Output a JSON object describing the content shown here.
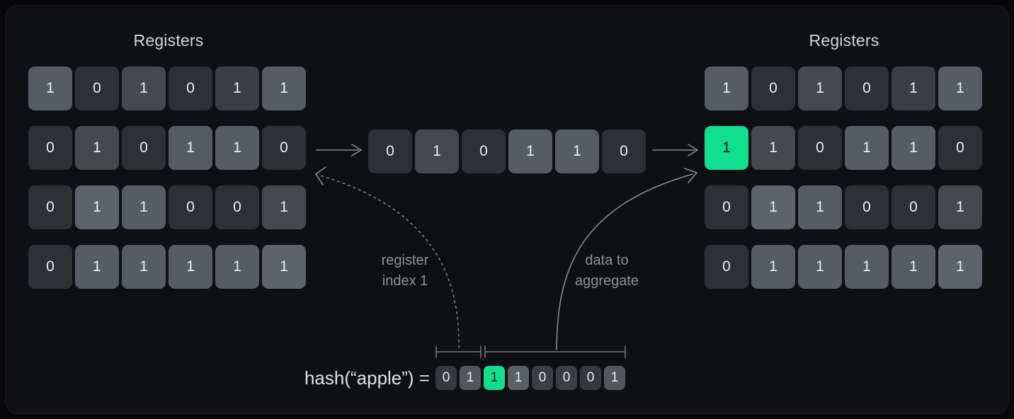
{
  "palette": {
    "outer_bg": "#070709",
    "panel_bg": "#0f1013",
    "accent_green": "#11df90",
    "digit_light": "#edeff1",
    "digit_on_green": "#13161a",
    "shades": {
      "dark": "#2d3036",
      "middark": "#3b3f45",
      "mid": "#45494f",
      "light": "#575b63",
      "lighter": "#5e626a",
      "green": "#11df90",
      "hdark": "#3a3d42",
      "hdark2": "#35383d",
      "hmid": "#53565d",
      "hlight": "#5b5f66"
    }
  },
  "left_registers": {
    "title": "Registers",
    "rows": [
      [
        {
          "v": "1",
          "s": "light"
        },
        {
          "v": "0",
          "s": "dark"
        },
        {
          "v": "1",
          "s": "mid"
        },
        {
          "v": "0",
          "s": "dark"
        },
        {
          "v": "1",
          "s": "middark"
        },
        {
          "v": "1",
          "s": "light"
        }
      ],
      [
        {
          "v": "0",
          "s": "dark"
        },
        {
          "v": "1",
          "s": "mid"
        },
        {
          "v": "0",
          "s": "dark"
        },
        {
          "v": "1",
          "s": "light"
        },
        {
          "v": "1",
          "s": "light"
        },
        {
          "v": "0",
          "s": "dark"
        }
      ],
      [
        {
          "v": "0",
          "s": "dark"
        },
        {
          "v": "1",
          "s": "lighter"
        },
        {
          "v": "1",
          "s": "light"
        },
        {
          "v": "0",
          "s": "dark"
        },
        {
          "v": "0",
          "s": "dark"
        },
        {
          "v": "1",
          "s": "mid"
        }
      ],
      [
        {
          "v": "0",
          "s": "dark"
        },
        {
          "v": "1",
          "s": "light"
        },
        {
          "v": "1",
          "s": "light"
        },
        {
          "v": "1",
          "s": "light"
        },
        {
          "v": "1",
          "s": "light"
        },
        {
          "v": "1",
          "s": "lighter"
        }
      ]
    ]
  },
  "right_registers": {
    "title": "Registers",
    "rows": [
      [
        {
          "v": "1",
          "s": "light"
        },
        {
          "v": "0",
          "s": "dark"
        },
        {
          "v": "1",
          "s": "mid"
        },
        {
          "v": "0",
          "s": "dark"
        },
        {
          "v": "1",
          "s": "middark"
        },
        {
          "v": "1",
          "s": "light"
        }
      ],
      [
        {
          "v": "1",
          "s": "green"
        },
        {
          "v": "1",
          "s": "mid"
        },
        {
          "v": "0",
          "s": "dark"
        },
        {
          "v": "1",
          "s": "light"
        },
        {
          "v": "1",
          "s": "light"
        },
        {
          "v": "0",
          "s": "dark"
        }
      ],
      [
        {
          "v": "0",
          "s": "dark"
        },
        {
          "v": "1",
          "s": "lighter"
        },
        {
          "v": "1",
          "s": "light"
        },
        {
          "v": "0",
          "s": "dark"
        },
        {
          "v": "0",
          "s": "dark"
        },
        {
          "v": "1",
          "s": "mid"
        }
      ],
      [
        {
          "v": "0",
          "s": "dark"
        },
        {
          "v": "1",
          "s": "light"
        },
        {
          "v": "1",
          "s": "light"
        },
        {
          "v": "1",
          "s": "light"
        },
        {
          "v": "1",
          "s": "light"
        },
        {
          "v": "1",
          "s": "lighter"
        }
      ]
    ]
  },
  "middle_row": {
    "cells": [
      {
        "v": "0",
        "s": "dark"
      },
      {
        "v": "1",
        "s": "mid"
      },
      {
        "v": "0",
        "s": "dark"
      },
      {
        "v": "1",
        "s": "light"
      },
      {
        "v": "1",
        "s": "light"
      },
      {
        "v": "0",
        "s": "dark"
      }
    ]
  },
  "labels": {
    "register_index_l1": "register",
    "register_index_l2": "index 1",
    "data_aggregate_l1": "data to",
    "data_aggregate_l2": "aggregate"
  },
  "hash": {
    "prefix": "hash(“apple”) =",
    "bits": [
      {
        "v": "0",
        "s": "hdark2"
      },
      {
        "v": "1",
        "s": "hmid"
      },
      {
        "v": "1",
        "s": "green"
      },
      {
        "v": "1",
        "s": "hlight"
      },
      {
        "v": "0",
        "s": "hdark"
      },
      {
        "v": "0",
        "s": "hdark"
      },
      {
        "v": "0",
        "s": "hdark2"
      },
      {
        "v": "1",
        "s": "hmid"
      }
    ]
  }
}
